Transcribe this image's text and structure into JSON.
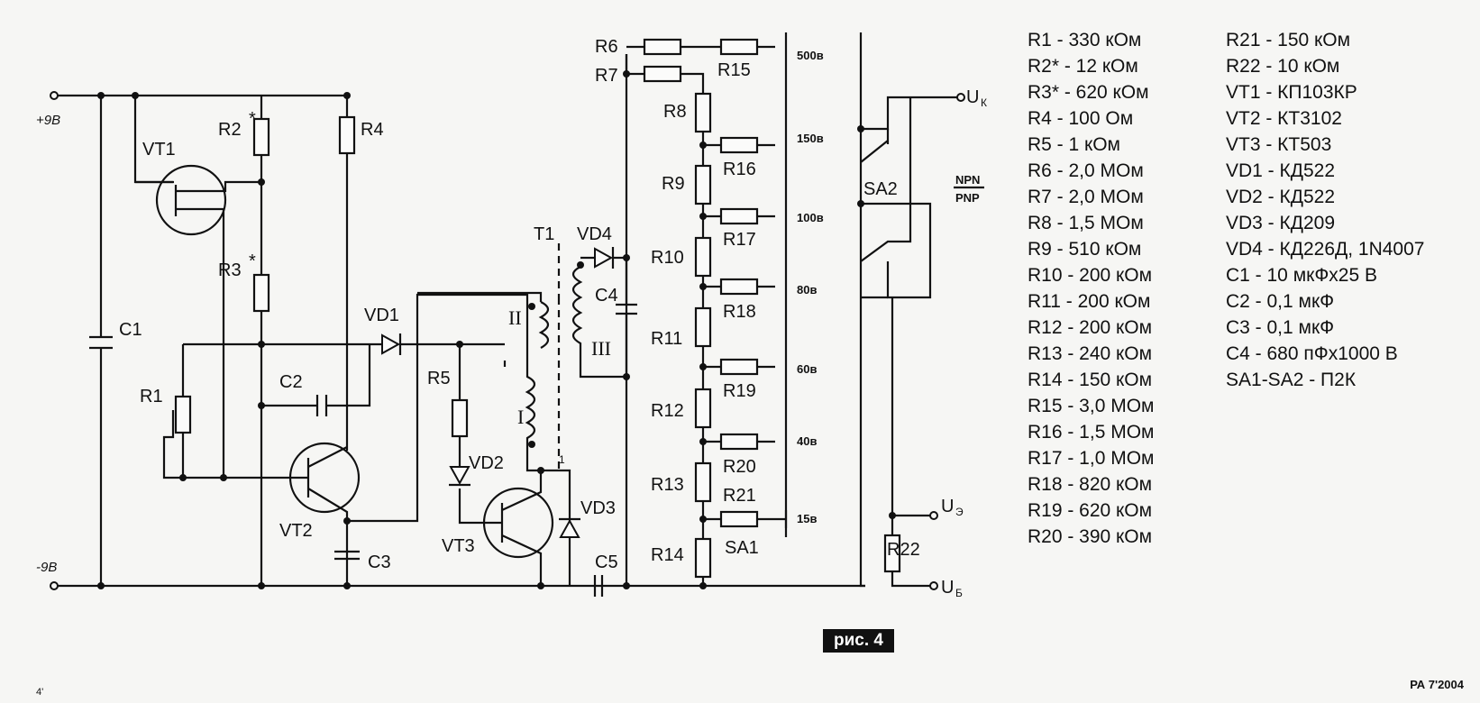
{
  "supply": {
    "plus": "+9B",
    "minus": "-9B"
  },
  "labels": {
    "vt1": "VT1",
    "vt2": "VT2",
    "vt3": "VT3",
    "r1": "R1",
    "r2": "R2",
    "r2_star": "*",
    "r3": "R3",
    "r3_star": "*",
    "r4": "R4",
    "r5": "R5",
    "r6": "R6",
    "r7": "R7",
    "r8": "R8",
    "r9": "R9",
    "r10": "R10",
    "r11": "R11",
    "r12": "R12",
    "r13": "R13",
    "r14": "R14",
    "r15": "R15",
    "r16": "R16",
    "r17": "R17",
    "r18": "R18",
    "r19": "R19",
    "r20": "R20",
    "r21": "R21",
    "r22": "R22",
    "c1": "C1",
    "c2": "C2",
    "c3": "C3",
    "c4": "C4",
    "c5": "C5",
    "vd1": "VD1",
    "vd2": "VD2",
    "vd3": "VD3",
    "vd4": "VD4",
    "t1": "T1",
    "winding_i": "I",
    "winding_ii": "II",
    "winding_iii": "III",
    "pin_1": "1",
    "sa1": "SA1",
    "sa2": "SA2",
    "npn": "NPN",
    "pnp": "PNP",
    "uk": "U",
    "uk_sub": "К",
    "ue": "U",
    "ue_sub": "Э",
    "ub": "U",
    "ub_sub": "Б"
  },
  "range_switch_positions": [
    "500в",
    "150в",
    "100в",
    "80в",
    "60в",
    "40в",
    "15в"
  ],
  "parts_list": {
    "column_1": [
      "R1 - 330 кОм",
      "R2* - 12 кОм",
      "R3* - 620 кОм",
      "R4   - 100 Ом",
      "R5   - 1 кОм",
      "R6   - 2,0 МОм",
      "R7   - 2,0 МОм",
      "R8   - 1,5 МОм",
      "R9   - 510 кОм",
      "R10 - 200 кОм",
      "R11 - 200 кОм",
      "R12 - 200 кОм",
      "R13 - 240 кОм",
      "R14 - 150 кОм",
      "R15 - 3,0 МОм",
      "R16 - 1,5 МОм",
      "R17 - 1,0 МОм",
      "R18 - 820 кОм",
      "R19 - 620 кОм",
      "R20 - 390 кОм"
    ],
    "column_2": [
      "R21 - 150 кОм",
      "R22 - 10 кОм",
      "VT1 - КП103КР",
      "VT2 - КТ3102",
      "VT3 - КТ503",
      "VD1 - КД522",
      "VD2 - КД522",
      "VD3 - КД209",
      "VD4 - КД226Д, 1N4007",
      "C1 - 10 мкФх25 В",
      "C2 - 0,1 мкФ",
      "C3 - 0,1 мкФ",
      "C4 - 680 пФх1000 В",
      "SA1-SA2 - П2К"
    ]
  },
  "figure_caption": "рис. 4",
  "journal_ref": "РА 7'2004",
  "page_mark": "4'"
}
